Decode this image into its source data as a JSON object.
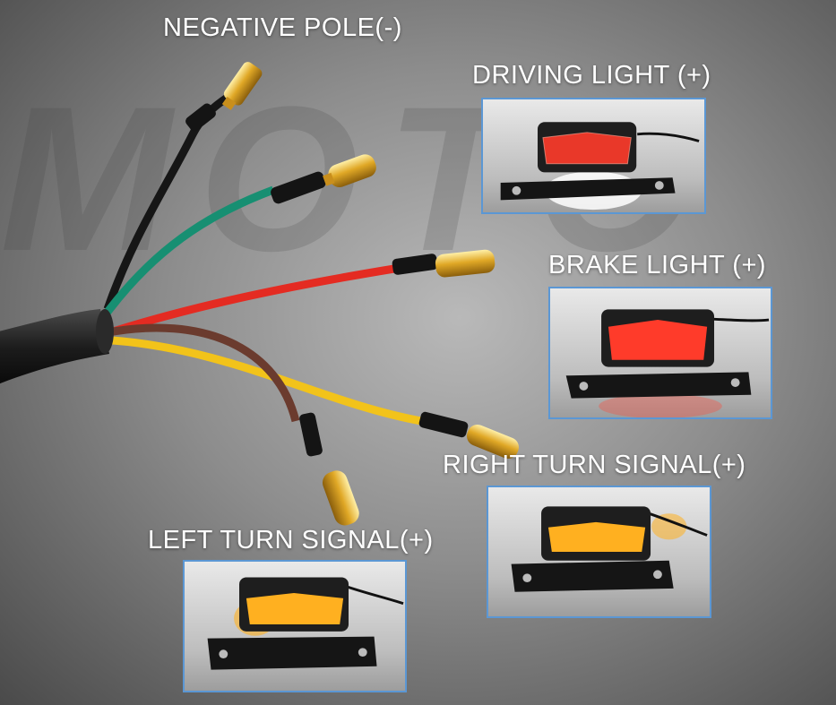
{
  "labels": {
    "negative": "NEGATIVE POLE(-)",
    "driving": "DRIVING LIGHT (+)",
    "brake": "BRAKE LIGHT (+)",
    "right_turn": "RIGHT TURN SIGNAL(+)",
    "left_turn": "LEFT TURN SIGNAL(+)"
  },
  "watermark": "MOTO",
  "colors": {
    "panel_border": "#5b97d4",
    "wire_black": "#161616",
    "wire_green": "#178f72",
    "wire_red": "#e42b22",
    "wire_yellow": "#f2c31a",
    "wire_brown": "#6b3b2e",
    "connector_gold": "#e0a826",
    "lens_red": "#ff3b2a",
    "lens_amber": "#ffb020"
  },
  "lights": [
    {
      "id": "driving",
      "lens": "red",
      "glow": "white"
    },
    {
      "id": "brake",
      "lens": "red",
      "glow": "red"
    },
    {
      "id": "right_turn",
      "lens": "amber",
      "glow": "amber"
    },
    {
      "id": "left_turn",
      "lens": "amber",
      "glow": "amber"
    }
  ]
}
